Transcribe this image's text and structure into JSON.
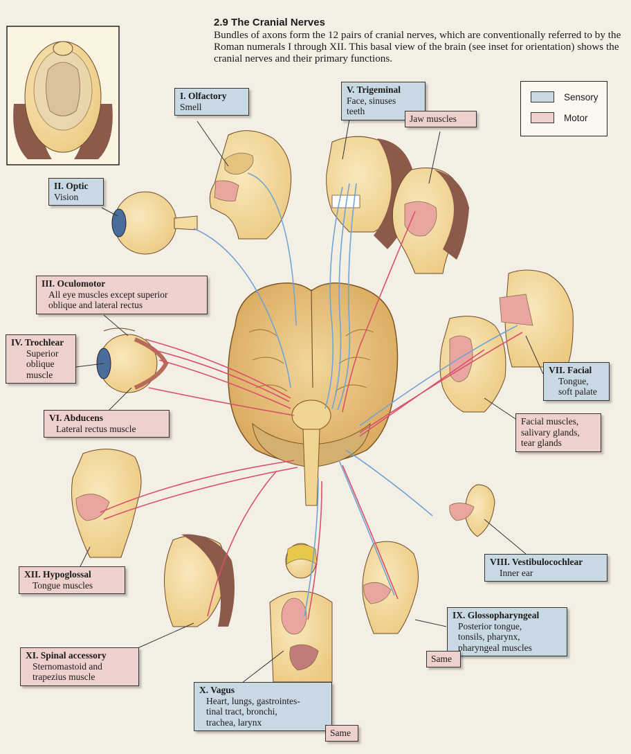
{
  "colors": {
    "sensory": "#c9d9e4",
    "motor": "#eed0cd",
    "sensory_line": "#6fa3d6",
    "motor_line": "#d8506a",
    "skin": "#f3dca2",
    "brain": "#e9c57e",
    "hair": "#8c5a4a"
  },
  "caption": {
    "number": "2.9",
    "title": "The Cranial Nerves",
    "text": "Bundles of axons form the 12 pairs of cranial nerves, which are conventionally referred to by the Roman numerals I through XII. This basal view of the brain (see inset for orientation) shows the cranial nerves and their primary functions."
  },
  "legend": {
    "sensory": "Sensory",
    "motor": "Motor"
  },
  "nerves": {
    "olfactory": {
      "name": "I. Olfactory",
      "function": "Smell"
    },
    "optic": {
      "name": "II. Optic",
      "function": "Vision"
    },
    "oculomotor": {
      "name": "III. Oculomotor",
      "function_1": "All eye muscles except superior",
      "function_2": "oblique and lateral rectus"
    },
    "trochlear": {
      "name": "IV. Trochlear",
      "function_1": "Superior",
      "function_2": "oblique",
      "function_3": "muscle"
    },
    "trigeminal": {
      "name": "V. Trigeminal",
      "function_1": "Face, sinuses",
      "function_2": "teeth",
      "motor_function": "Jaw muscles"
    },
    "abducens": {
      "name": "VI. Abducens",
      "function": "Lateral rectus muscle"
    },
    "facial": {
      "name": "VII. Facial",
      "function_1": "Tongue,",
      "function_2": "soft palate",
      "motor_1": "Facial muscles,",
      "motor_2": "salivary glands,",
      "motor_3": "tear glands"
    },
    "vestibulocochlear": {
      "name": "VIII. Vestibulocochlear",
      "function": "Inner ear"
    },
    "glossopharyngeal": {
      "name": "IX. Glossopharyngeal",
      "function_1": "Posterior tongue,",
      "function_2": "tonsils, pharynx,",
      "function_3": "pharyngeal muscles",
      "motor_function": "Same"
    },
    "vagus": {
      "name": "X. Vagus",
      "function_1": "Heart, lungs, gastrointes-",
      "function_2": "tinal tract, bronchi,",
      "function_3": "trachea, larynx",
      "motor_function": "Same"
    },
    "spinal_accessory": {
      "name": "XI. Spinal accessory",
      "function_1": "Sternomastoid and",
      "function_2": "trapezius muscle"
    },
    "hypoglossal": {
      "name": "XII. Hypoglossal",
      "function": "Tongue muscles"
    }
  }
}
